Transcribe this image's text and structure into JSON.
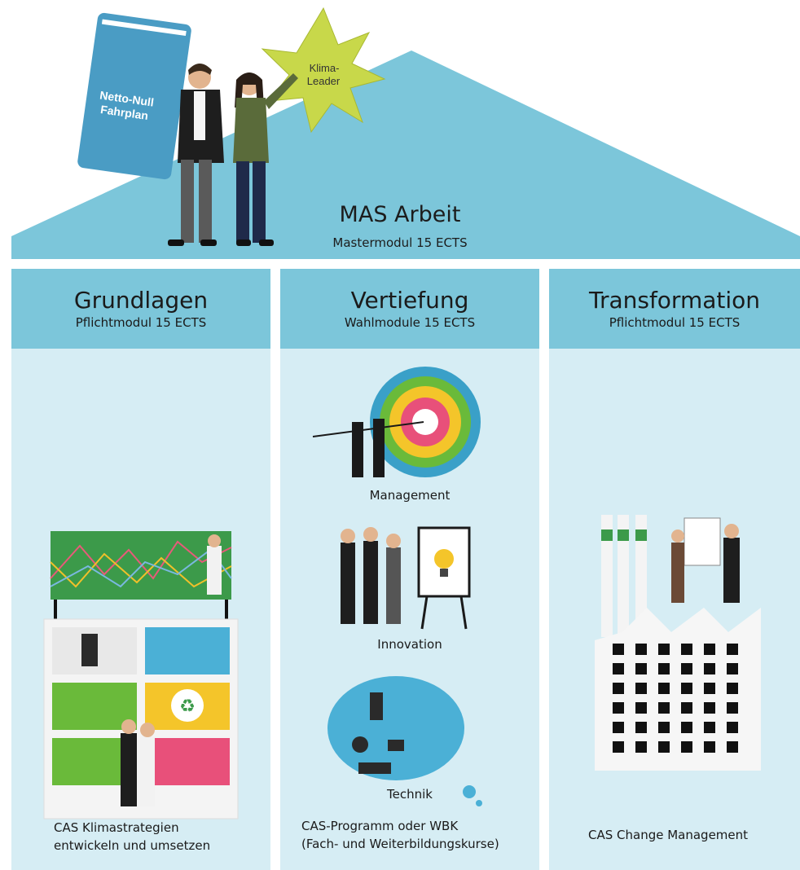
{
  "roof": {
    "title": "MAS Arbeit",
    "subtitle": "Mastermodul 15 ECTS",
    "book_text_line1": "Netto-Null",
    "book_text_line2": "Fahrplan",
    "star_text_line1": "Klima-",
    "star_text_line2": "Leader"
  },
  "columns": [
    {
      "title": "Grundlagen",
      "subtitle": "Pflichtmodul 15 ECTS",
      "footer_line1": "CAS Klimastrategien",
      "footer_line2": "entwickeln und umsetzen"
    },
    {
      "title": "Vertiefung",
      "subtitle": "Wahlmodule 15 ECTS",
      "footer_line1": "CAS-Programm oder WBK",
      "footer_line2": "(Fach- und Weiterbildungskurse)",
      "items": [
        "Management",
        "Innovation",
        "Technik"
      ]
    },
    {
      "title": "Transformation",
      "subtitle": "Pflichtmodul 15 ECTS",
      "footer_line1": "CAS Change Management",
      "footer_line2": ""
    }
  ],
  "colors": {
    "roof": "#7cc6da",
    "column_body": "#d6edf4",
    "column_header": "#7cc6da",
    "book": "#4a9cc4",
    "star": "#c8d84a"
  }
}
